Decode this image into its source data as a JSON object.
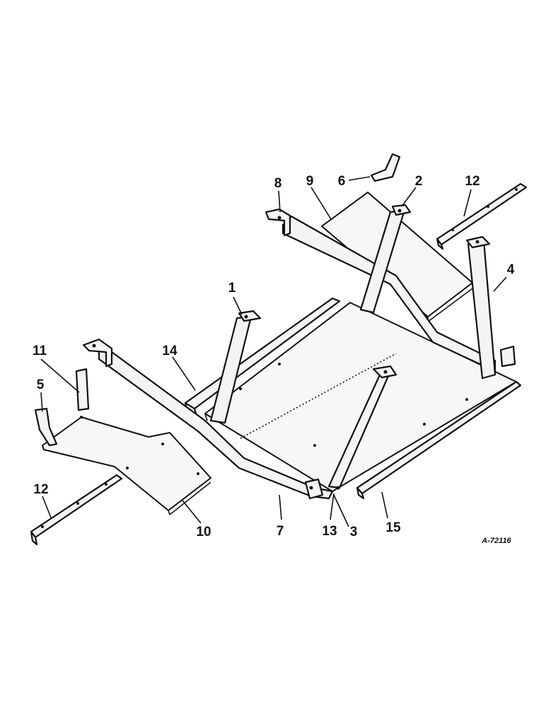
{
  "diagram": {
    "drawing_number": "A-72116",
    "callouts": [
      {
        "id": "c1",
        "label": "1"
      },
      {
        "id": "c2",
        "label": "2"
      },
      {
        "id": "c3",
        "label": "3"
      },
      {
        "id": "c4",
        "label": "4"
      },
      {
        "id": "c5",
        "label": "5"
      },
      {
        "id": "c6",
        "label": "6"
      },
      {
        "id": "c7",
        "label": "7"
      },
      {
        "id": "c8",
        "label": "8"
      },
      {
        "id": "c9",
        "label": "9"
      },
      {
        "id": "c10",
        "label": "10"
      },
      {
        "id": "c11",
        "label": "11"
      },
      {
        "id": "c12a",
        "label": "12"
      },
      {
        "id": "c12b",
        "label": "12"
      },
      {
        "id": "c13",
        "label": "13"
      },
      {
        "id": "c14",
        "label": "14"
      },
      {
        "id": "c15",
        "label": "15"
      }
    ]
  }
}
